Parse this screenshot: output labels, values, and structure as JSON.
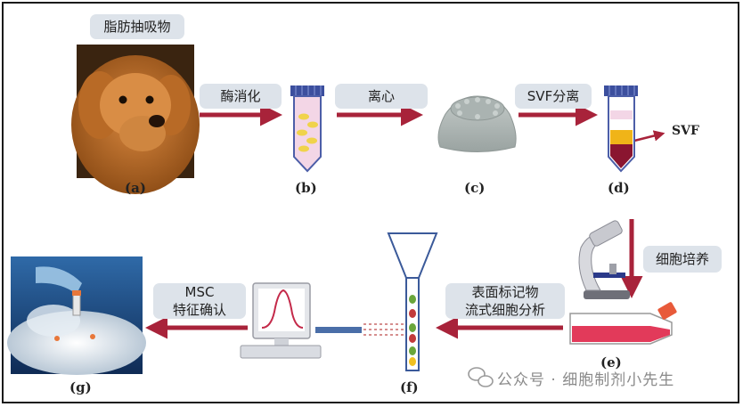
{
  "steps": {
    "liposuction": "脂肪抽吸物",
    "enzyme_digest": "酶消化",
    "centrifuge": "离心",
    "svf_separation": "SVF分离",
    "svf_out": "SVF",
    "cell_culture": "细胞培养",
    "surface_marker_line1": "表面标记物",
    "surface_marker_line2": "流式细胞分析",
    "msc_line1": "MSC",
    "msc_line2": "特征确认"
  },
  "captions": {
    "a": "(a)",
    "b": "(b)",
    "c": "(c)",
    "d": "(d)",
    "e": "(e)",
    "f": "(f)",
    "g": "(g)"
  },
  "watermark": "公众号 · 细胞制剂小先生",
  "colors": {
    "arrow": "#a8233a",
    "label_bg": "#dde3ea",
    "tube_cap": "#3c4f9e",
    "flask_medium": "#e23a5a"
  }
}
